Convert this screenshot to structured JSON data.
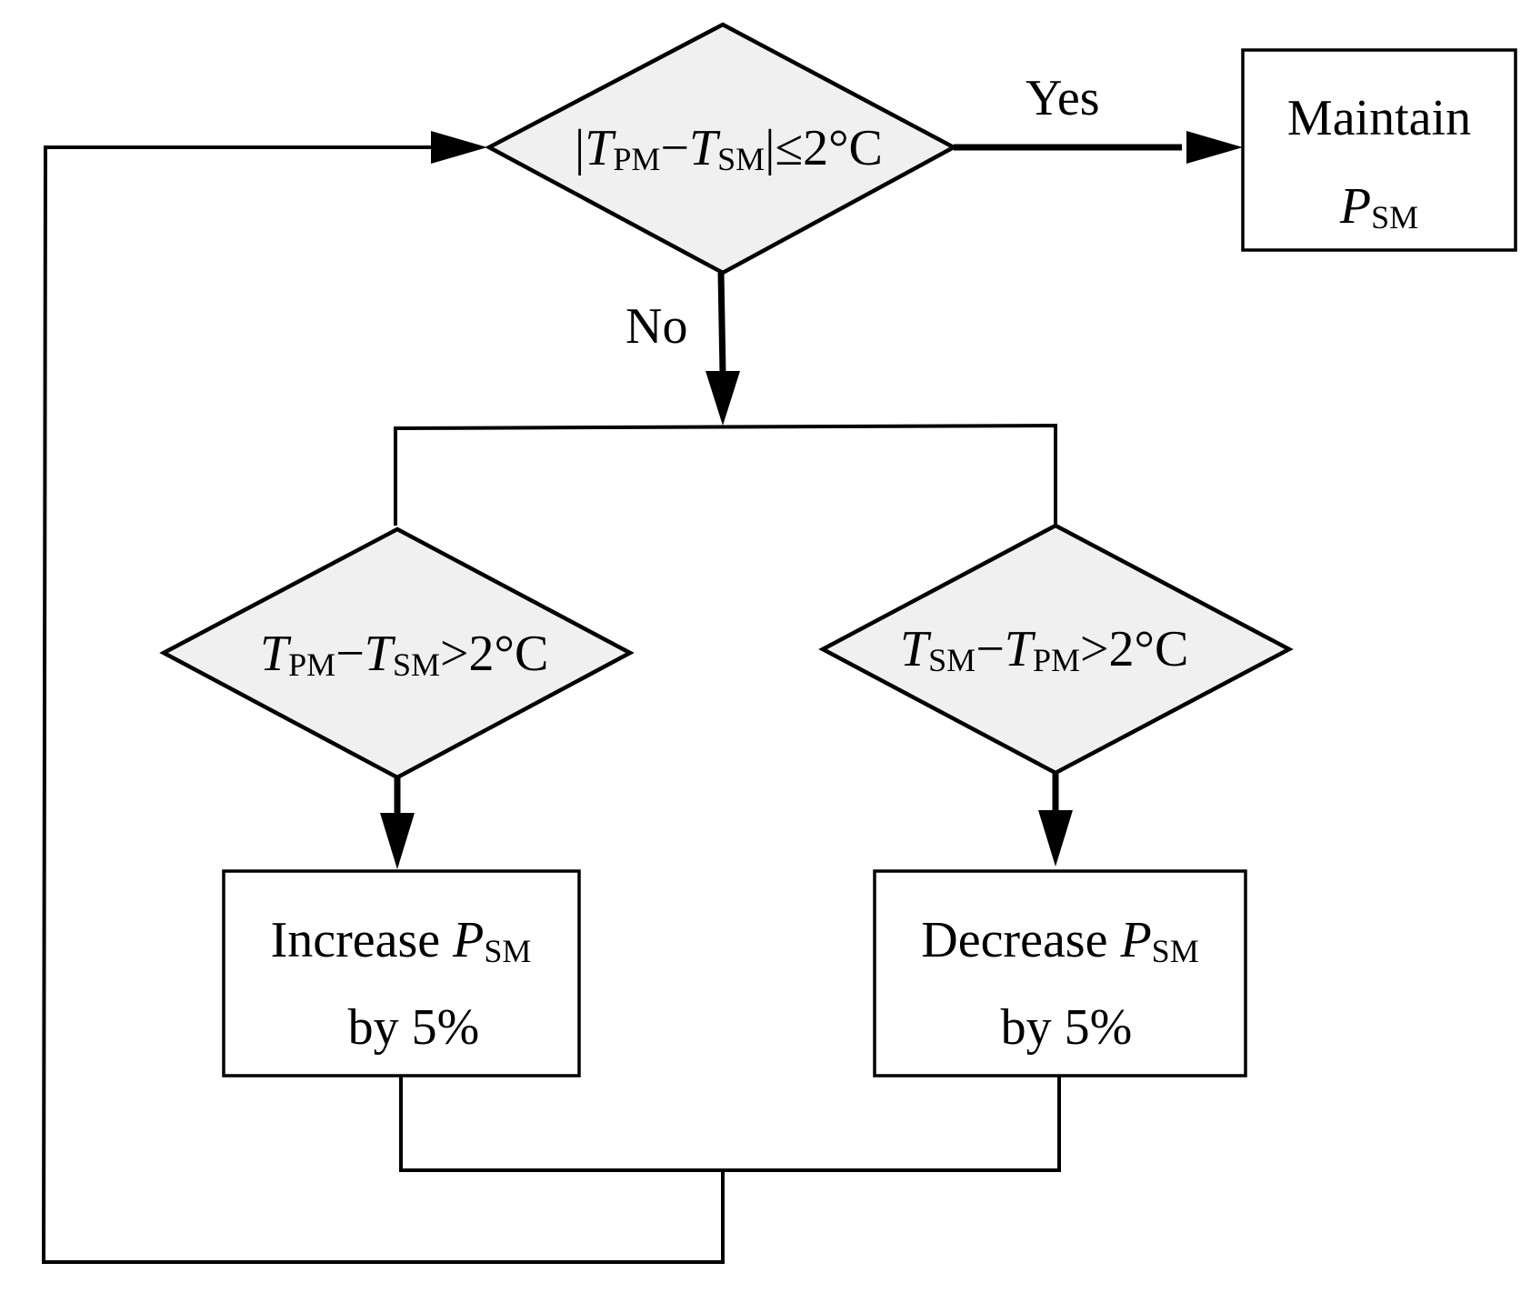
{
  "colors": {
    "line": "#000000",
    "decision_fill": "#f0f0f0",
    "process_fill": "#ffffff"
  },
  "edges": {
    "yes": "Yes",
    "no": "No"
  },
  "decisions": {
    "top": {
      "lhs": "T",
      "lhs_sub": "PM",
      "op": "−",
      "rhs": "T",
      "rhs_sub": "SM",
      "tail": "≤2°C"
    },
    "left": {
      "lhs": "T",
      "lhs_sub": "PM",
      "op": "−",
      "rhs": "T",
      "rhs_sub": "SM",
      "tail": ">2°C"
    },
    "right": {
      "lhs": "T",
      "lhs_sub": "SM",
      "op": "−",
      "rhs": "T",
      "rhs_sub": "PM",
      "tail": ">2°C"
    }
  },
  "processes": {
    "maintain": {
      "line1": "Maintain",
      "var": "P",
      "var_sub": "SM"
    },
    "increase": {
      "prefix": "Increase ",
      "var": "P",
      "var_sub": "SM",
      "line2": "by 5%"
    },
    "decrease": {
      "prefix": "Decrease ",
      "var": "P",
      "var_sub": "SM",
      "line2": "by 5%"
    }
  }
}
